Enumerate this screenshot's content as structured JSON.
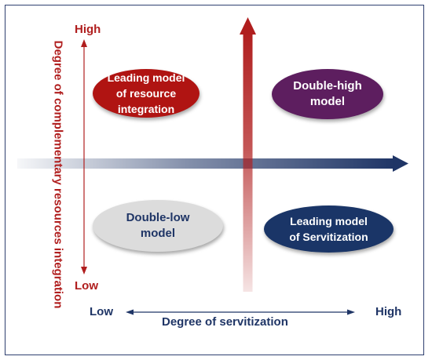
{
  "y_axis": {
    "title": "Degree of complementary resources integration",
    "high_label": "High",
    "low_label": "Low"
  },
  "x_axis": {
    "title": "Degree of servitization",
    "low_label": "Low",
    "high_label": "High"
  },
  "quadrants": {
    "top_left": "Leading model\nof resource\nintegration",
    "top_right": "Double-high\nmodel",
    "bottom_left": "Double-low\nmodel",
    "bottom_right": "Leading model\nof Servitization"
  },
  "colors": {
    "red": "#b01e1e",
    "navy": "#1f3566",
    "purple": "#5d1e5f",
    "grey": "#dcdcdc"
  }
}
